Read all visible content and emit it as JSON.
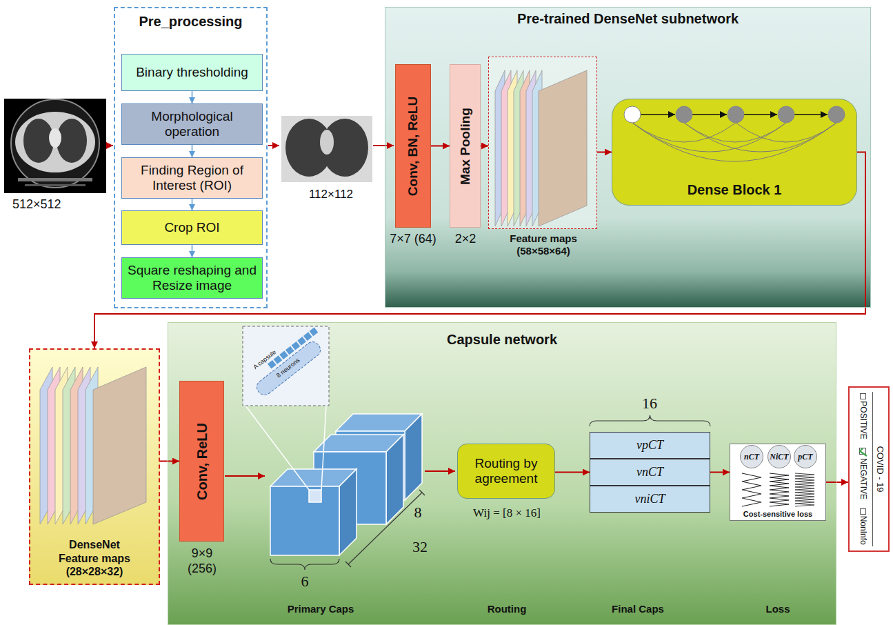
{
  "diagram": {
    "nodes": [
      {
        "text": [
          "Pre_processing"
        ]
      },
      {
        "text": [
          "Binary thresholding"
        ],
        "in": 0
      },
      {
        "text": [
          "Morphological operation"
        ],
        "in": 0
      },
      {
        "text": [
          "Finding Region of Interest (ROI)"
        ],
        "in": 0
      },
      {
        "text": [
          "Crop ROI"
        ],
        "in": 0
      },
      {
        "text": [
          "Square reshaping and Resize image"
        ],
        "in": 0
      },
      {
        "text": [
          "Pre-trained DenseNet subnetwork"
        ]
      },
      {
        "text": [
          "Conv, BN, ReLU"
        ],
        "in": 6
      },
      {
        "text": [
          "Max Pooling"
        ],
        "in": 6
      },
      {
        "text": [
          "Feature maps (58×58×64)"
        ],
        "in": 6
      },
      {
        "text": [
          "Dense Block 1"
        ],
        "in": 6
      },
      {
        "text": [
          "Capsule network"
        ]
      },
      {
        "text": [
          "DenseNet Feature maps (28×28×32)"
        ]
      },
      {
        "text": [
          "Conv, ReLU"
        ],
        "in": 11
      },
      {
        "text": [
          "Routing by agreement"
        ],
        "in": 11
      },
      {
        "text": [
          "vpCT"
        ],
        "in": 11
      },
      {
        "text": [
          "vnCT"
        ],
        "in": 11
      },
      {
        "text": [
          "vniCT"
        ],
        "in": 11
      },
      {
        "text": [
          "Cost-sensitive loss"
        ],
        "in": 11
      },
      {
        "text": [
          "nCT"
        ],
        "in": 18
      },
      {
        "text": [
          "NiCT"
        ],
        "in": 18
      },
      {
        "text": [
          "pCT"
        ],
        "in": 18
      },
      {
        "text": [
          "COVID - 19",
          "POSITIVE",
          "NEGATIVE",
          "NonInfo"
        ]
      }
    ],
    "edges": [
      {
        "from": 1,
        "to": 2,
        "arrow": "to"
      },
      {
        "from": 2,
        "to": 3,
        "arrow": "to"
      },
      {
        "from": 3,
        "to": 4,
        "arrow": "to"
      },
      {
        "from": 4,
        "to": 5,
        "arrow": "to"
      },
      {
        "from": 7,
        "to": 8,
        "arrow": "to"
      },
      {
        "from": 8,
        "to": 9,
        "arrow": "to"
      },
      {
        "from": 9,
        "to": 10,
        "arrow": "to"
      },
      {
        "from": 10,
        "to": 12,
        "arrow": "to"
      },
      {
        "from": 12,
        "to": 13,
        "arrow": "to"
      },
      {
        "from": 14,
        "to": 16,
        "arrow": "to"
      },
      {
        "from": 16,
        "to": 18,
        "arrow": "to"
      },
      {
        "from": 18,
        "to": 22,
        "arrow": "to"
      }
    ],
    "labels": [
      "512×512",
      "112×112",
      "7×7 (64)",
      "2×2",
      "A capsule",
      "8 neurons",
      "9×9 (256)",
      "8",
      "6",
      "32",
      "16",
      "Wij = [8 × 16]",
      "Primary Caps",
      "Routing",
      "Final Caps",
      "Loss"
    ]
  }
}
